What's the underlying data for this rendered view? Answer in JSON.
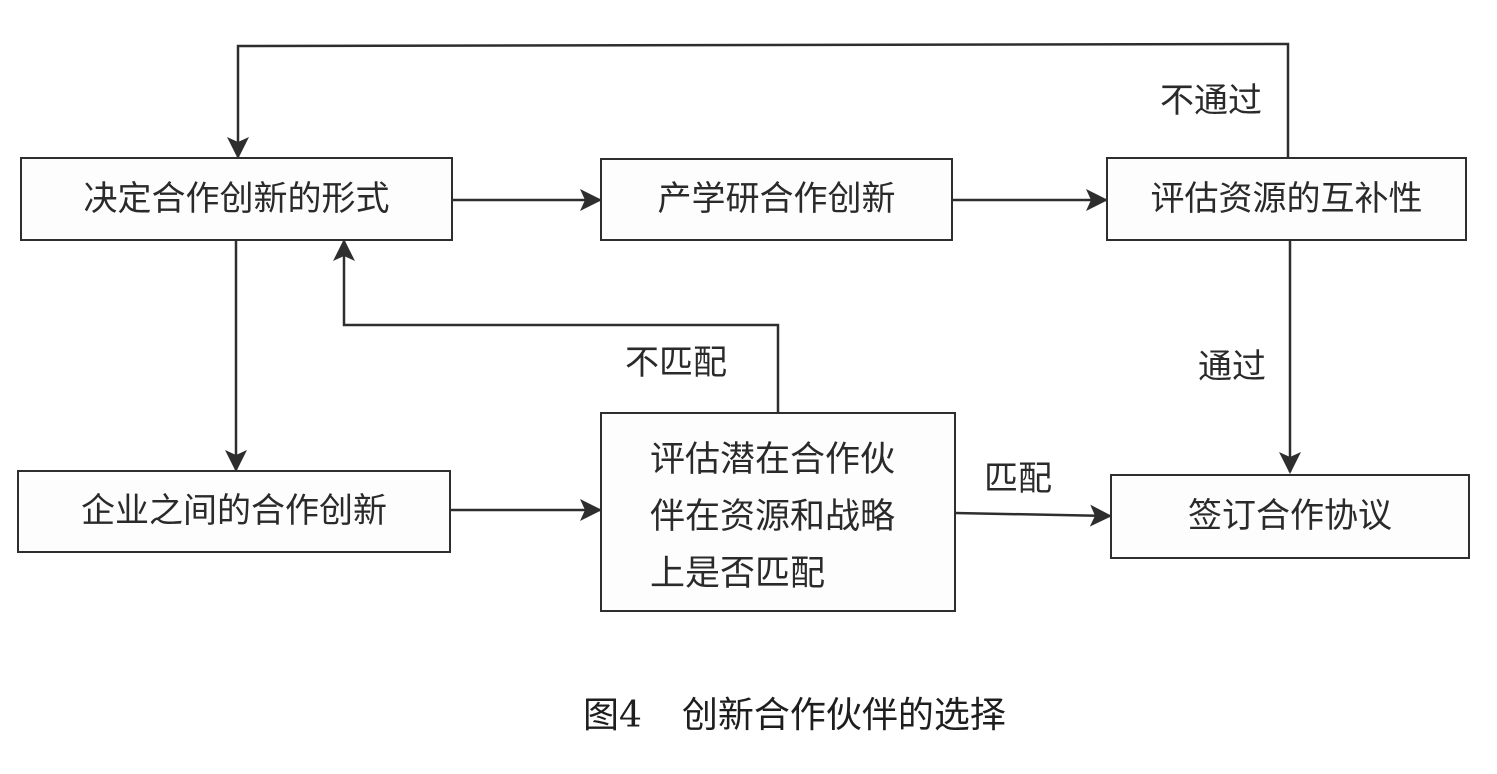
{
  "boxes": {
    "form": "决定合作创新的形式",
    "iur": "产学研合作创新",
    "evaluate_complementarity": "评估资源的互补性",
    "inter_enterprise": "企业之间的合作创新",
    "evaluate_partner": [
      "评估潜在合作伙",
      "伴在资源和战略",
      "上是否匹配"
    ],
    "sign_agreement": "签订合作协议"
  },
  "edge_labels": {
    "not_passed": "不通过",
    "passed": "通过",
    "not_matched": "不匹配",
    "matched": "匹配"
  },
  "caption": {
    "figure_no": "图4",
    "title": "创新合作伙伴的选择"
  },
  "colors": {
    "line": "#2e2e2e",
    "text": "#2a2a2a",
    "background": "#ffffff"
  }
}
